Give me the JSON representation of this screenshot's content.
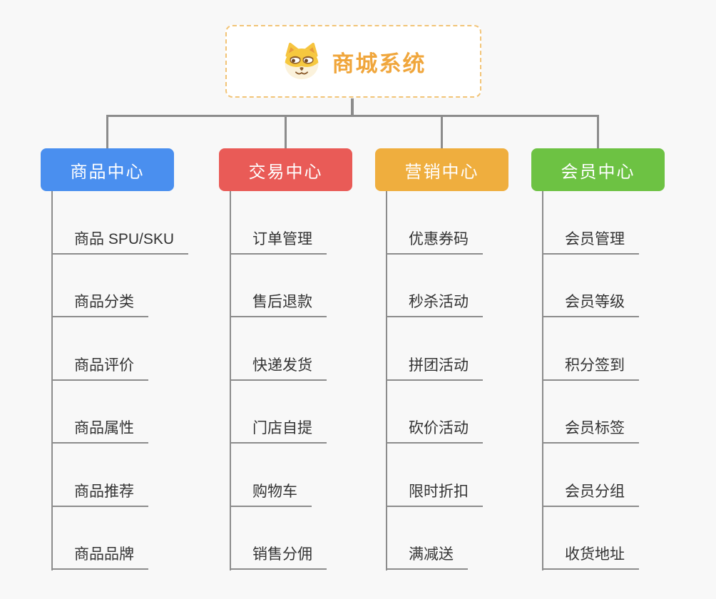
{
  "canvas": {
    "background": "#f8f8f8",
    "connector_color": "#8c8c8c"
  },
  "root": {
    "label": "商城系统",
    "icon": "doge-face-icon",
    "background": "#ffffff",
    "border_color": "#f2c477",
    "text_color": "#f0a63c"
  },
  "branches": [
    {
      "label": "商品中心",
      "color": "#4A8FEF",
      "children": [
        "商品 SPU/SKU",
        "商品分类",
        "商品评价",
        "商品属性",
        "商品推荐",
        "商品品牌"
      ]
    },
    {
      "label": "交易中心",
      "color": "#E95B57",
      "children": [
        "订单管理",
        "售后退款",
        "快递发货",
        "门店自提",
        "购物车",
        "销售分佣"
      ]
    },
    {
      "label": "营销中心",
      "color": "#EFAE3E",
      "children": [
        "优惠券码",
        "秒杀活动",
        "拼团活动",
        "砍价活动",
        "限时折扣",
        "满减送"
      ]
    },
    {
      "label": "会员中心",
      "color": "#6DC243",
      "children": [
        "会员管理",
        "会员等级",
        "积分签到",
        "会员标签",
        "会员分组",
        "收货地址"
      ]
    }
  ],
  "leaf_style": {
    "text_color": "#333333",
    "underline_color": "#8c8c8c"
  }
}
